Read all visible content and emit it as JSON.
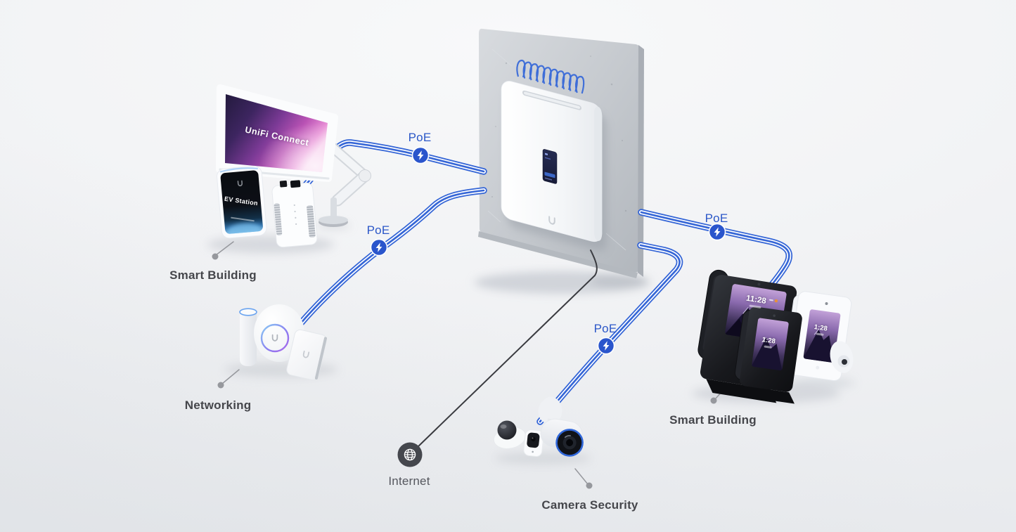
{
  "poe_labels": [
    "PoE",
    "PoE",
    "PoE",
    "PoE"
  ],
  "nodes": {
    "smart_building_left": {
      "label": "Smart Building"
    },
    "networking": {
      "label": "Networking"
    },
    "internet": {
      "label": "Internet"
    },
    "camera_security": {
      "label": "Camera Security"
    },
    "smart_building_right": {
      "label": "Smart Building"
    }
  },
  "screens": {
    "connect_display": "UniFi Connect",
    "ev_station": "EV Station",
    "phone_large_time": "11:28",
    "phone_small_time": "1:28",
    "phone_white_time": "1:28"
  },
  "icons": {
    "poe_badge": "lightning-bolt",
    "internet_node": "globe",
    "device_logo": "ubiquiti-u"
  },
  "colors": {
    "cable_blue": "#3465d6",
    "poe_text": "#2b57c8",
    "poe_badge": "#2a55cc",
    "label_gray": "#45464b",
    "label_muted": "#55575e",
    "screen_magenta": "#b952b4"
  }
}
